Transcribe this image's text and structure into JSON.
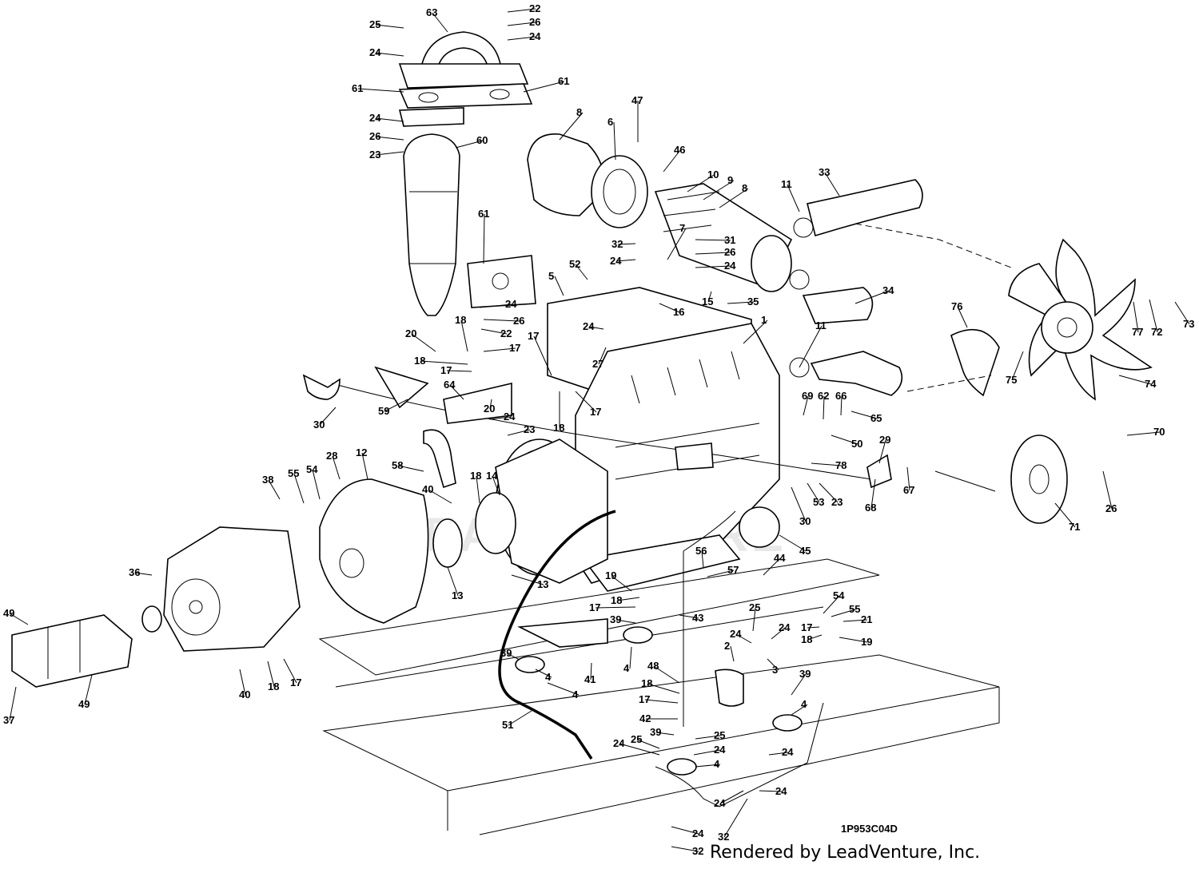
{
  "drawing_code": "1P953C04D",
  "footer": "Rendered by LeadVenture, Inc.",
  "watermark": "LEADVENTURE",
  "callouts": [
    {
      "id": "c-63",
      "label": "63"
    },
    {
      "id": "c-25a",
      "label": "25"
    },
    {
      "id": "c-22a",
      "label": "22"
    },
    {
      "id": "c-26a",
      "label": "26"
    },
    {
      "id": "c-24a",
      "label": "24"
    },
    {
      "id": "c-24b",
      "label": "24"
    },
    {
      "id": "c-61a",
      "label": "61"
    },
    {
      "id": "c-61b",
      "label": "61"
    },
    {
      "id": "c-24c",
      "label": "24"
    },
    {
      "id": "c-26b",
      "label": "26"
    },
    {
      "id": "c-23a",
      "label": "23"
    },
    {
      "id": "c-60",
      "label": "60"
    },
    {
      "id": "c-8a",
      "label": "8"
    },
    {
      "id": "c-6",
      "label": "6"
    },
    {
      "id": "c-47",
      "label": "47"
    },
    {
      "id": "c-46",
      "label": "46"
    },
    {
      "id": "c-10",
      "label": "10"
    },
    {
      "id": "c-9",
      "label": "9"
    },
    {
      "id": "c-8b",
      "label": "8"
    },
    {
      "id": "c-11a",
      "label": "11"
    },
    {
      "id": "c-33",
      "label": "33"
    },
    {
      "id": "c-61c",
      "label": "61"
    },
    {
      "id": "c-32a",
      "label": "32"
    },
    {
      "id": "c-24d",
      "label": "24"
    },
    {
      "id": "c-7",
      "label": "7"
    },
    {
      "id": "c-31",
      "label": "31"
    },
    {
      "id": "c-26c",
      "label": "26"
    },
    {
      "id": "c-24e",
      "label": "24"
    },
    {
      "id": "c-52",
      "label": "52"
    },
    {
      "id": "c-5",
      "label": "5"
    },
    {
      "id": "c-24f",
      "label": "24"
    },
    {
      "id": "c-26d",
      "label": "26"
    },
    {
      "id": "c-22b",
      "label": "22"
    },
    {
      "id": "c-15",
      "label": "15"
    },
    {
      "id": "c-35",
      "label": "35"
    },
    {
      "id": "c-16",
      "label": "16"
    },
    {
      "id": "c-34",
      "label": "34"
    },
    {
      "id": "c-76",
      "label": "76"
    },
    {
      "id": "c-77",
      "label": "77"
    },
    {
      "id": "c-72",
      "label": "72"
    },
    {
      "id": "c-73",
      "label": "73"
    },
    {
      "id": "c-18a",
      "label": "18"
    },
    {
      "id": "c-20a",
      "label": "20"
    },
    {
      "id": "c-24g",
      "label": "24"
    },
    {
      "id": "c-27",
      "label": "27"
    },
    {
      "id": "c-1",
      "label": "1"
    },
    {
      "id": "c-17a",
      "label": "17"
    },
    {
      "id": "c-18b",
      "label": "18"
    },
    {
      "id": "c-17b",
      "label": "17"
    },
    {
      "id": "c-17c",
      "label": "17"
    },
    {
      "id": "c-11b",
      "label": "11"
    },
    {
      "id": "c-75",
      "label": "75"
    },
    {
      "id": "c-74",
      "label": "74"
    },
    {
      "id": "c-30a",
      "label": "30"
    },
    {
      "id": "c-59",
      "label": "59"
    },
    {
      "id": "c-64",
      "label": "64"
    },
    {
      "id": "c-20b",
      "label": "20"
    },
    {
      "id": "c-24h",
      "label": "24"
    },
    {
      "id": "c-23b",
      "label": "23"
    },
    {
      "id": "c-18c",
      "label": "18"
    },
    {
      "id": "c-17d",
      "label": "17"
    },
    {
      "id": "c-69",
      "label": "69"
    },
    {
      "id": "c-62",
      "label": "62"
    },
    {
      "id": "c-66",
      "label": "66"
    },
    {
      "id": "c-65",
      "label": "65"
    },
    {
      "id": "c-50",
      "label": "50"
    },
    {
      "id": "c-70",
      "label": "70"
    },
    {
      "id": "c-29",
      "label": "29"
    },
    {
      "id": "c-78",
      "label": "78"
    },
    {
      "id": "c-67",
      "label": "67"
    },
    {
      "id": "c-53",
      "label": "53"
    },
    {
      "id": "c-23c",
      "label": "23"
    },
    {
      "id": "c-68",
      "label": "68"
    },
    {
      "id": "c-26e",
      "label": "26"
    },
    {
      "id": "c-71",
      "label": "71"
    },
    {
      "id": "c-30b",
      "label": "30"
    },
    {
      "id": "c-45",
      "label": "45"
    },
    {
      "id": "c-58",
      "label": "58"
    },
    {
      "id": "c-12",
      "label": "12"
    },
    {
      "id": "c-28",
      "label": "28"
    },
    {
      "id": "c-54a",
      "label": "54"
    },
    {
      "id": "c-55a",
      "label": "55"
    },
    {
      "id": "c-38",
      "label": "38"
    },
    {
      "id": "c-40a",
      "label": "40"
    },
    {
      "id": "c-18d",
      "label": "18"
    },
    {
      "id": "c-14",
      "label": "14"
    },
    {
      "id": "c-13a",
      "label": "13"
    },
    {
      "id": "c-13b",
      "label": "13"
    },
    {
      "id": "c-36",
      "label": "36"
    },
    {
      "id": "c-56",
      "label": "56"
    },
    {
      "id": "c-57",
      "label": "57"
    },
    {
      "id": "c-44",
      "label": "44"
    },
    {
      "id": "c-19a",
      "label": "19"
    },
    {
      "id": "c-18e",
      "label": "18"
    },
    {
      "id": "c-17e",
      "label": "17"
    },
    {
      "id": "c-39a",
      "label": "39"
    },
    {
      "id": "c-43",
      "label": "43"
    },
    {
      "id": "c-25b",
      "label": "25"
    },
    {
      "id": "c-24i",
      "label": "24"
    },
    {
      "id": "c-24j",
      "label": "24"
    },
    {
      "id": "c-54b",
      "label": "54"
    },
    {
      "id": "c-55b",
      "label": "55"
    },
    {
      "id": "c-21",
      "label": "21"
    },
    {
      "id": "c-17f",
      "label": "17"
    },
    {
      "id": "c-18f",
      "label": "18"
    },
    {
      "id": "c-19b",
      "label": "19"
    },
    {
      "id": "c-49a",
      "label": "49"
    },
    {
      "id": "c-2",
      "label": "2"
    },
    {
      "id": "c-3",
      "label": "3"
    },
    {
      "id": "c-39b",
      "label": "39"
    },
    {
      "id": "c-4a",
      "label": "4"
    },
    {
      "id": "c-4b",
      "label": "4"
    },
    {
      "id": "c-41",
      "label": "41"
    },
    {
      "id": "c-4c",
      "label": "4"
    },
    {
      "id": "c-40b",
      "label": "40"
    },
    {
      "id": "c-18g",
      "label": "18"
    },
    {
      "id": "c-17g",
      "label": "17"
    },
    {
      "id": "c-48",
      "label": "48"
    },
    {
      "id": "c-18h",
      "label": "18"
    },
    {
      "id": "c-17h",
      "label": "17"
    },
    {
      "id": "c-39c",
      "label": "39"
    },
    {
      "id": "c-4d",
      "label": "4"
    },
    {
      "id": "c-37",
      "label": "37"
    },
    {
      "id": "c-49b",
      "label": "49"
    },
    {
      "id": "c-51",
      "label": "51"
    },
    {
      "id": "c-42",
      "label": "42"
    },
    {
      "id": "c-39d",
      "label": "39"
    },
    {
      "id": "c-25c",
      "label": "25"
    },
    {
      "id": "c-25d",
      "label": "25"
    },
    {
      "id": "c-24k",
      "label": "24"
    },
    {
      "id": "c-24l",
      "label": "24"
    },
    {
      "id": "c-24m",
      "label": "24"
    },
    {
      "id": "c-4e",
      "label": "4"
    },
    {
      "id": "c-24n",
      "label": "24"
    },
    {
      "id": "c-24o",
      "label": "24"
    },
    {
      "id": "c-32b",
      "label": "32"
    },
    {
      "id": "c-24p",
      "label": "24"
    },
    {
      "id": "c-32c",
      "label": "32"
    }
  ]
}
